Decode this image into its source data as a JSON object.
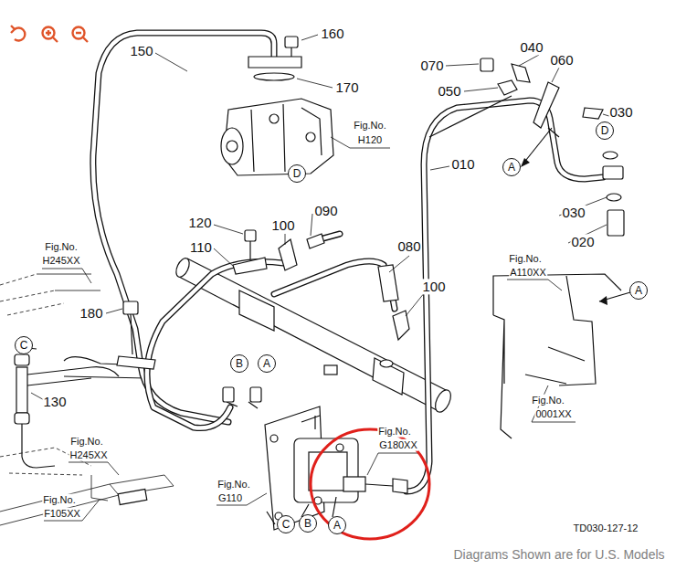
{
  "diagram": {
    "nodes": [
      {
        "text": [
          "D"
        ]
      },
      {
        "text": [
          "A"
        ]
      },
      {
        "text": [
          "D"
        ]
      },
      {
        "text": [
          "A"
        ]
      },
      {
        "text": [
          "C"
        ]
      },
      {
        "text": [
          "B"
        ]
      },
      {
        "text": [
          "A"
        ]
      },
      {
        "text": [
          "C"
        ]
      },
      {
        "text": [
          "B"
        ]
      },
      {
        "text": [
          "A"
        ]
      }
    ],
    "labels": [
      "150",
      "160",
      "170",
      "040",
      "070",
      "060",
      "050",
      "Fig.No.",
      "H120",
      "030",
      "010",
      "030",
      "120",
      "090",
      "100",
      "020",
      "Fig.No.",
      "H245XX",
      "110",
      "080",
      "Fig.No.",
      "A110XX",
      "100",
      "180",
      "130",
      "Fig.No.",
      "0001XX",
      "Fig.No.",
      "G180XX",
      "Fig.No.",
      "H245XX",
      "Fig.No.",
      "G110",
      "Fig.No.",
      "F105XX",
      "TD030-127-12",
      "Diagrams Shown are for U.S. Models"
    ]
  }
}
